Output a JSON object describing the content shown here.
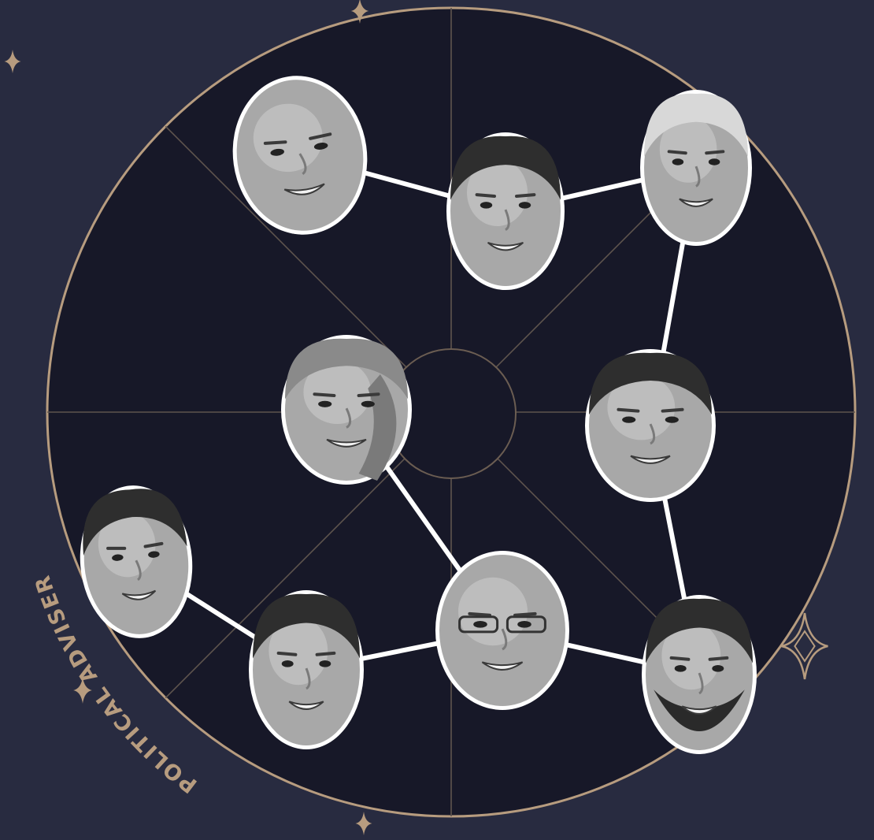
{
  "theme": {
    "background": "#282b40",
    "wheel_fill": "#171828",
    "gold": "#b79c7f",
    "outline": "#ffffff",
    "connector": "#ffffff"
  },
  "wheel": {
    "arc_label": "POLITICAL ADVISER",
    "center_decoration": "center-hub-circle",
    "spoke_count": 8
  },
  "people": [
    {
      "id": "p1",
      "icon": "person-face-bald-smiling"
    },
    {
      "id": "p2",
      "icon": "person-face-dark-hair-suit"
    },
    {
      "id": "p3",
      "icon": "person-face-gray-beard-laughing"
    },
    {
      "id": "p4",
      "icon": "person-face-woman-laughing"
    },
    {
      "id": "p5",
      "icon": "person-face-stern-dark-hair"
    },
    {
      "id": "p6",
      "icon": "person-face-young-smiling"
    },
    {
      "id": "p7",
      "icon": "person-face-short-dark-hair"
    },
    {
      "id": "p8",
      "icon": "person-face-bald-glasses"
    },
    {
      "id": "p9",
      "icon": "person-face-bearded-smiling"
    }
  ],
  "links": [
    [
      "p1",
      "p2"
    ],
    [
      "p2",
      "p3"
    ],
    [
      "p3",
      "p5"
    ],
    [
      "p5",
      "p9"
    ],
    [
      "p9",
      "p8"
    ],
    [
      "p8",
      "p7"
    ],
    [
      "p7",
      "p6"
    ],
    [
      "p8",
      "p4"
    ]
  ],
  "sparkles": [
    {
      "icon": "sparkle-icon"
    },
    {
      "icon": "sparkle-icon"
    },
    {
      "icon": "sparkle-icon"
    },
    {
      "icon": "sparkle-icon"
    },
    {
      "icon": "ornate-sparkle-icon"
    }
  ]
}
